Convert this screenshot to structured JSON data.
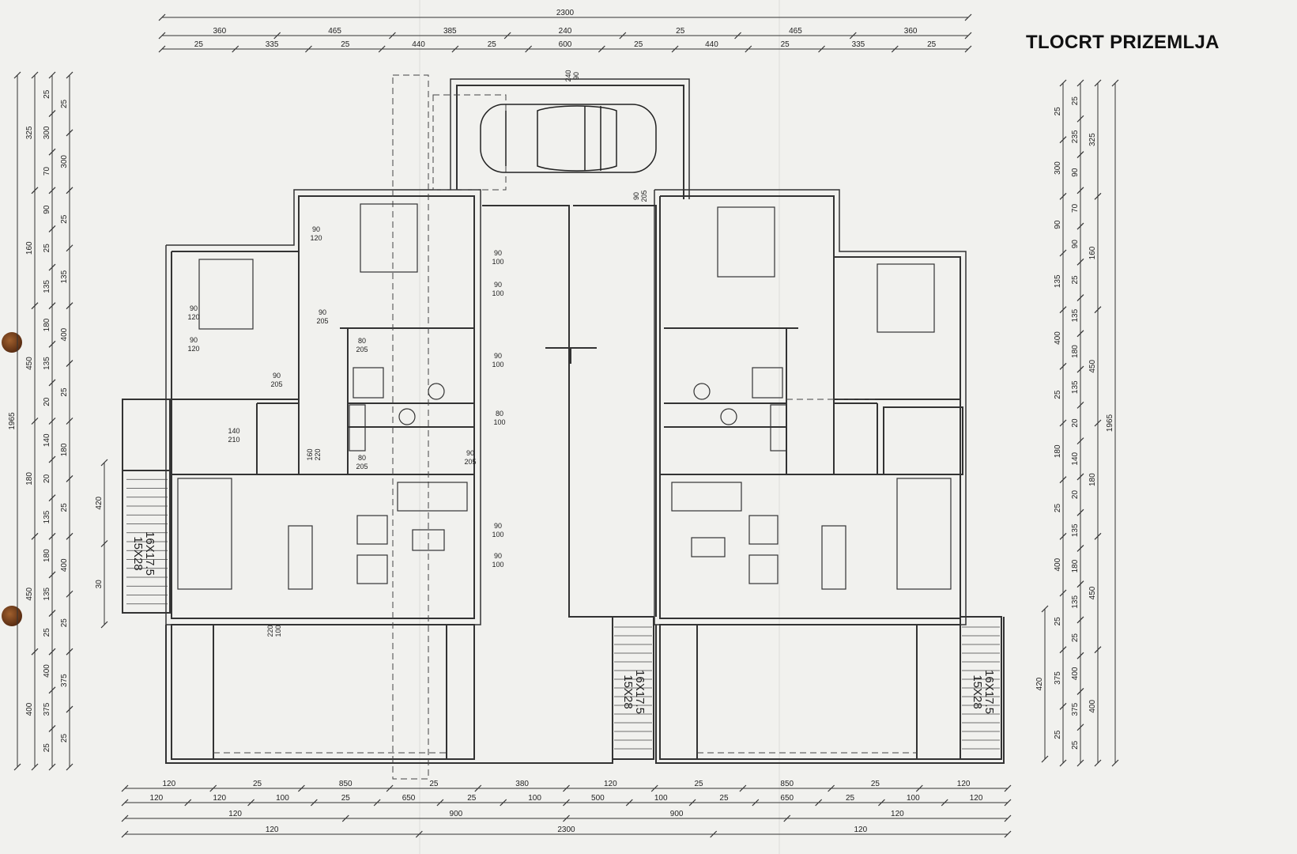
{
  "drawing": {
    "title": "TLOCRT PRIZEMLJA",
    "top_dims": {
      "row1": [
        "2300"
      ],
      "row2": [
        "360",
        "465",
        "385",
        "240",
        "25",
        "465",
        "360"
      ],
      "row3": [
        "25",
        "335",
        "25",
        "440",
        "25",
        "600",
        "25",
        "440",
        "25",
        "335",
        "25"
      ]
    },
    "bottom_dims": {
      "row1": [
        "120",
        "25",
        "850",
        "25",
        "380",
        "120",
        "25",
        "850",
        "25",
        "120"
      ],
      "row2": [
        "120",
        "120",
        "100",
        "25",
        "650",
        "25",
        "100",
        "500",
        "100",
        "25",
        "650",
        "25",
        "100",
        "120"
      ],
      "row3": [
        "120",
        "900",
        "900",
        "120"
      ],
      "row4": [
        "120",
        "2300",
        "120"
      ]
    },
    "left_dims": {
      "col_a": [
        "1965"
      ],
      "col_b": [
        "325",
        "160",
        "450",
        "180",
        "450",
        "400"
      ],
      "col_c": [
        "25",
        "300",
        "70",
        "90",
        "25",
        "135",
        "180",
        "135",
        "20",
        "140",
        "20",
        "135",
        "180",
        "135",
        "25",
        "400",
        "375",
        "25"
      ],
      "col_d": [
        "25",
        "300",
        "25",
        "135",
        "400",
        "25",
        "180",
        "25",
        "400",
        "25",
        "375",
        "25"
      ]
    },
    "right_dims": {
      "col_a": [
        "1965"
      ],
      "col_b": [
        "325",
        "160",
        "450",
        "180",
        "450",
        "400"
      ],
      "col_c": [
        "25",
        "235",
        "90",
        "70",
        "90",
        "25",
        "135",
        "180",
        "135",
        "20",
        "140",
        "20",
        "135",
        "180",
        "135",
        "25",
        "400",
        "375",
        "25"
      ],
      "col_d": [
        "25",
        "300",
        "90",
        "135",
        "400",
        "25",
        "180",
        "25",
        "400",
        "25",
        "375",
        "25"
      ]
    },
    "side_vertical": {
      "left": [
        "420",
        "30"
      ],
      "right": [
        "420"
      ]
    },
    "openings": [
      "90/120",
      "90/120",
      "90/120",
      "90/100",
      "90/100",
      "90/205",
      "80/205",
      "90/100",
      "140/210",
      "160/220",
      "80/100",
      "80/205",
      "90/205",
      "90/100",
      "90/100",
      "90/205",
      "240/90",
      "90/205",
      "220/100"
    ],
    "stairs": [
      "15X28",
      "16X17.5"
    ]
  }
}
